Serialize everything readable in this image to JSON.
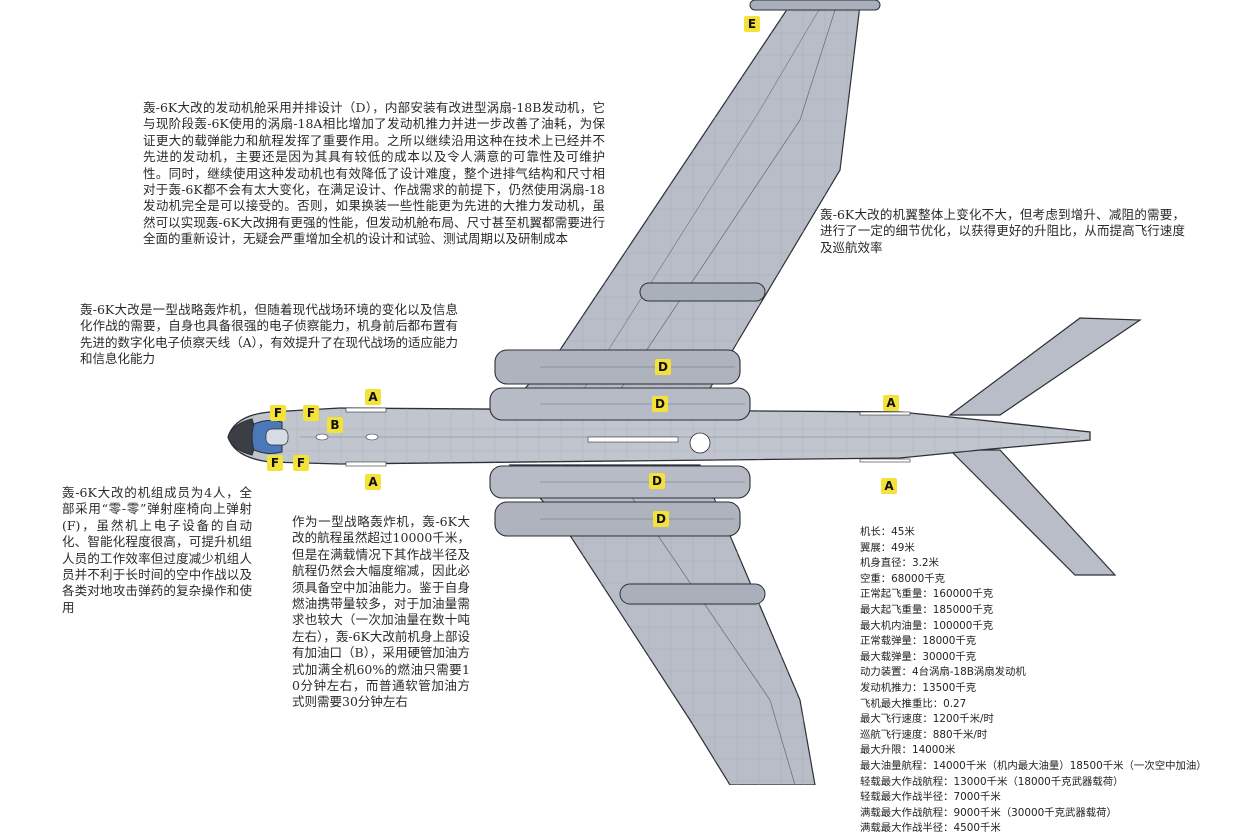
{
  "annotations": {
    "engine": "轰-6K大改的发动机舱采用并排设计（D），内部安装有改进型涡扇-18B发动机，它与现阶段轰-6K使用的涡扇-18A相比增加了发动机推力并进一步改善了油耗，为保证更大的载弹能力和航程发挥了重要作用。之所以继续沿用这种在技术上已经并不先进的发动机，主要还是因为其具有较低的成本以及令人满意的可靠性及可维护性。同时，继续使用这种发动机也有效降低了设计难度，整个进排气结构和尺寸相对于轰-6K都不会有太大变化，在满足设计、作战需求的前提下，仍然使用涡扇-18发动机完全是可以接受的。否则，如果换装一些性能更为先进的大推力发动机，虽然可以实现轰-6K大改拥有更强的性能，但发动机舱布局、尺寸甚至机翼都需要进行全面的重新设计，无疑会严重增加全机的设计和试验、测试周期以及研制成本",
    "wing": "轰-6K大改的机翼整体上变化不大，但考虑到增升、减阻的需要，进行了一定的细节优化，以获得更好的升阻比，从而提高飞行速度及巡航效率",
    "recon": "轰-6K大改是一型战略轰炸机，但随着现代战场环境的变化以及信息化作战的需要，自身也具备很强的电子侦察能力，机身前后都布置有先进的数字化电子侦察天线（A），有效提升了在现代战场的适应能力和信息化能力",
    "crew": "轰-6K大改的机组成员为4人，全部采用“零-零”弹射座椅向上弹射(F)，虽然机上电子设备的自动化、智能化程度很高，可提升机组人员的工作效率但过度减少机组人员并不利于长时间的空中作战以及各类对地攻击弹药的复杂操作和使用",
    "range": "作为一型战略轰炸机，轰-6K大改的航程虽然超过10000千米，但是在满载情况下其作战半径及航程仍然会大幅度缩减，因此必须具备空中加油能力。鉴于自身燃油携带量较多，对于加油量需求也较大（一次加油量在数十吨左右），轰-6K大改前机身上部设有加油口（B），采用硬管加油方式加满全机60%的燃油只需要10分钟左右，而普通软管加油方式则需要30分钟左右"
  },
  "specs": [
    "机长：45米",
    "翼展：49米",
    "机身直径：3.2米",
    "空重：68000千克",
    "正常起飞重量：160000千克",
    "最大起飞重量：185000千克",
    "最大机内油量：100000千克",
    "正常载弹量：18000千克",
    "最大载弹量：30000千克",
    "动力装置：4台涡扇-18B涡扇发动机",
    "发动机推力：13500千克",
    "飞机最大推重比：0.27",
    "最大飞行速度：1200千米/时",
    "巡航飞行速度：880千米/时",
    "最大升限：14000米",
    "最大油量航程：14000千米（机内最大油量）18500千米（一次空中加油）",
    "轻载最大作战航程：13000千米（18000千克武器载荷）",
    "轻载最大作战半径：7000千米",
    "满载最大作战航程：9000千米（30000千克武器载荷）",
    "满载最大作战半径：4500千米"
  ],
  "labels": {
    "A": "A",
    "B": "B",
    "D": "D",
    "E": "E",
    "F": "F"
  },
  "colors": {
    "airframe": "#b8bdc7",
    "airframe_dark": "#9aa0ac",
    "outline": "#2c2f36",
    "canopy": "#4a78b8",
    "nose": "#3b3e45",
    "label_bg": "#f4e23a"
  }
}
